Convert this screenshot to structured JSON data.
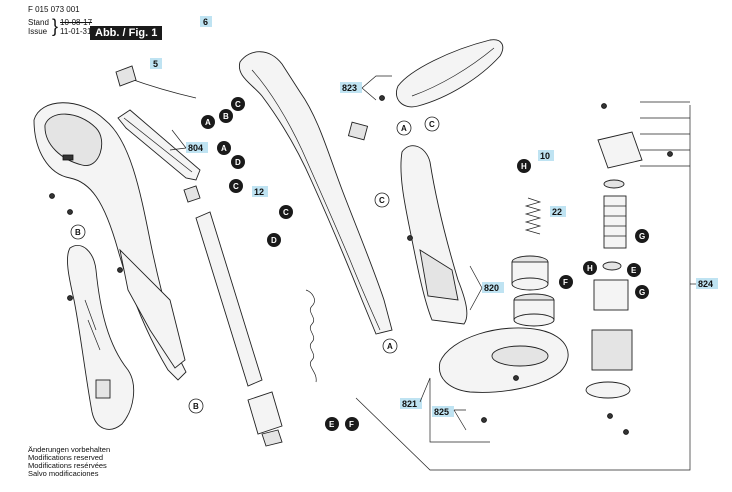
{
  "header": {
    "doc_number": "F 015 073 001",
    "stand_label": "Stand",
    "issue_label": "Issue",
    "old_date": "10-08-17",
    "new_date": "11-01-31",
    "figure_label": "Abb. / Fig. 1"
  },
  "part_numbers": {
    "p6": "6",
    "p5": "5",
    "p823": "823",
    "p804": "804",
    "p12": "12",
    "p10": "10",
    "p22": "22",
    "p820": "820",
    "p824": "824",
    "p821": "821",
    "p825": "825"
  },
  "letters": {
    "a": "A",
    "b": "B",
    "c": "C",
    "d": "D",
    "e": "E",
    "f": "F",
    "g": "G",
    "h": "H"
  },
  "footer": [
    "Änderungen vorbehalten",
    "Modifications reserved",
    "Modifications resérvées",
    "Salvo modificaciones"
  ],
  "colors": {
    "label_highlight": "#bfe3f2",
    "figure_badge": "#1a1a1a",
    "line": "#222222"
  }
}
